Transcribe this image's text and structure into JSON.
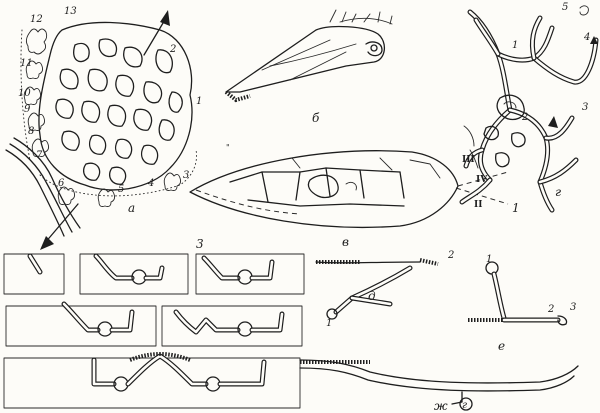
{
  "panels": {
    "a": {
      "letter": "а",
      "numbers": [
        "1",
        "2",
        "3",
        "4",
        "5",
        "6",
        "7",
        "8",
        "9",
        "10",
        "11",
        "12",
        "13"
      ]
    },
    "b": {
      "letter": "б"
    },
    "v": {
      "letter": "в",
      "numbers": [
        "1",
        "2"
      ]
    },
    "g": {
      "letter": "г",
      "numbers": [
        "1",
        "2",
        "3",
        "4",
        "5"
      ],
      "romans": [
        "II",
        "III",
        "IV"
      ]
    },
    "d": {
      "letter": "д",
      "numbers": [
        "1"
      ]
    },
    "e": {
      "letter": "е",
      "numbers": [
        "1",
        "2",
        "3"
      ]
    },
    "zh": {
      "letter": "ж",
      "circled": "г"
    },
    "series3": {
      "number": "3"
    }
  },
  "colors": {
    "ink": "#1e1e1e",
    "paper": "#fdfcf8"
  }
}
